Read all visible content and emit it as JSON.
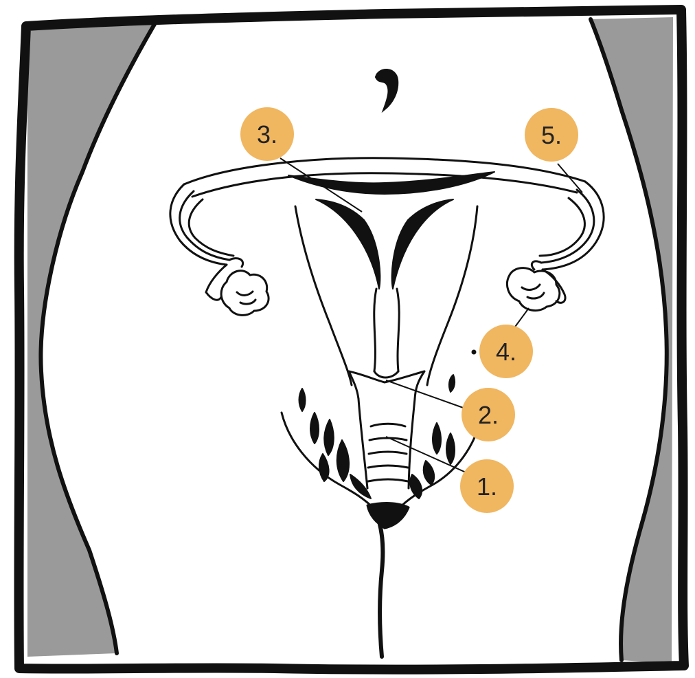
{
  "colors": {
    "background": "#ffffff",
    "frame": "#111111",
    "hips": "#9a9a9a",
    "ink": "#111111",
    "callout": "#f0b660",
    "callout_text": "#222222"
  },
  "callouts": [
    {
      "id": "1",
      "label": "1."
    },
    {
      "id": "2",
      "label": "2."
    },
    {
      "id": "3",
      "label": "3."
    },
    {
      "id": "4",
      "label": "4."
    },
    {
      "id": "5",
      "label": "5."
    }
  ]
}
